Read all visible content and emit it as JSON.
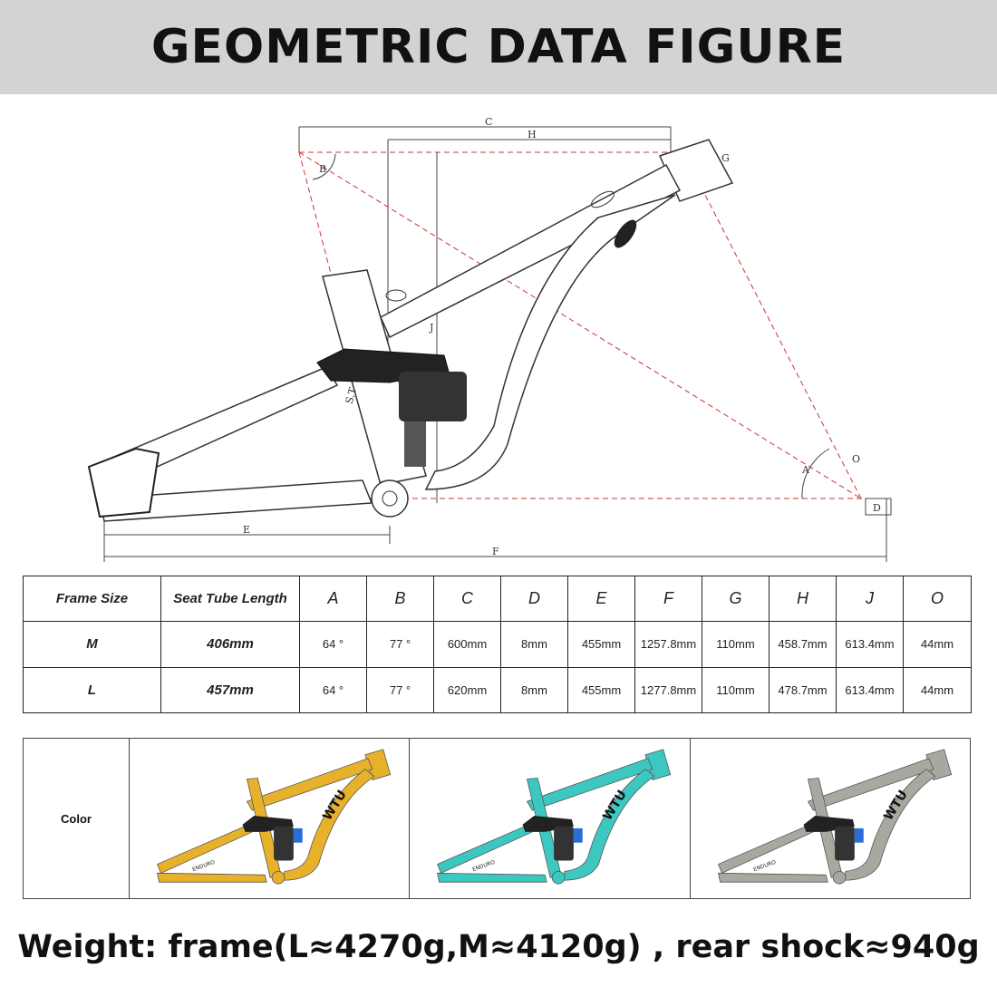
{
  "header": {
    "title": "GEOMETRIC DATA FIGURE"
  },
  "diagram": {
    "dimension_labels": [
      "C",
      "H",
      "J",
      "S.T",
      "A",
      "B",
      "D",
      "E",
      "F",
      "G",
      "O"
    ]
  },
  "geometry_table": {
    "columns": [
      "Frame Size",
      "Seat Tube Length",
      "A",
      "B",
      "C",
      "D",
      "E",
      "F",
      "G",
      "H",
      "J",
      "O"
    ],
    "rows": [
      [
        "M",
        "406mm",
        "64 °",
        "77 °",
        "600mm",
        "8mm",
        "455mm",
        "1257.8mm",
        "110mm",
        "458.7mm",
        "613.4mm",
        "44mm"
      ],
      [
        "L",
        "457mm",
        "64 °",
        "77 °",
        "620mm",
        "8mm",
        "455mm",
        "1277.8mm",
        "110mm",
        "478.7mm",
        "613.4mm",
        "44mm"
      ]
    ]
  },
  "colors": {
    "label": "Color",
    "options": [
      {
        "name": "yellow",
        "hex": "#e8b12a"
      },
      {
        "name": "turquoise",
        "hex": "#3cc8c0"
      },
      {
        "name": "grey",
        "hex": "#a8a8a0"
      }
    ],
    "frame_text": "WTU",
    "frame_subtext": "ENDURO"
  },
  "footer": {
    "weight_text": "Weight: frame(L≈4270g,M≈4120g) , rear shock≈940g"
  }
}
